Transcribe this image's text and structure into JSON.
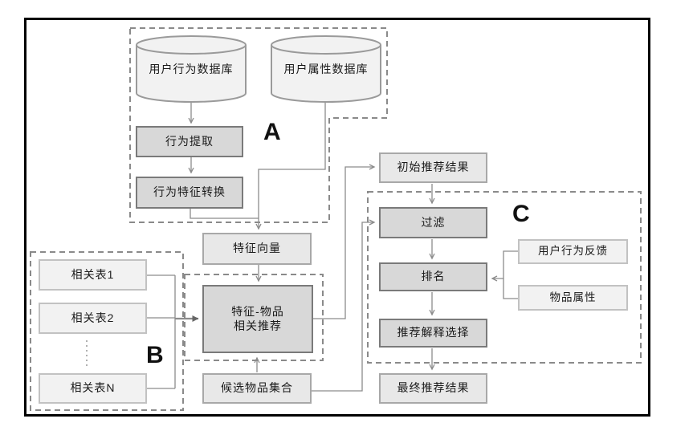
{
  "figure": {
    "groups": {
      "a": "A",
      "b": "B",
      "c": "C"
    },
    "nodes": {
      "user_behavior_db": "用户行为数据库",
      "user_attr_db": "用户属性数据库",
      "behavior_extract": "行为提取",
      "behavior_feature_convert": "行为特征转换",
      "feature_vector": "特征向量",
      "feature_item_rec": {
        "line1": "特征-物品",
        "line2": "相关推荐"
      },
      "candidate_items": "候选物品集合",
      "related_table_1": "相关表1",
      "related_table_2": "相关表2",
      "related_table_n": "相关表N",
      "initial_results": "初始推荐结果",
      "filter": "过滤",
      "ranking": "排名",
      "explanation_select": "推荐解释选择",
      "final_results": "最终推荐结果",
      "user_feedback": "用户行为反馈",
      "item_attrs": "物品属性"
    },
    "colors": {
      "frame_border": "#000000",
      "group_dash": "#8a8a8a",
      "connector": "#8c8c8c",
      "node_dark_fill": "#d8d8d8",
      "node_dark_border": "#7a7a7a",
      "node_mid_fill": "#e8e8e8",
      "node_mid_border": "#a8a8a8",
      "node_light_fill": "#f2f2f2",
      "node_light_border": "#c2c2c2",
      "cylinder_fill": "#f2f2f2",
      "cylinder_stroke": "#9a9a9a",
      "text": "#1a1a1a"
    }
  }
}
